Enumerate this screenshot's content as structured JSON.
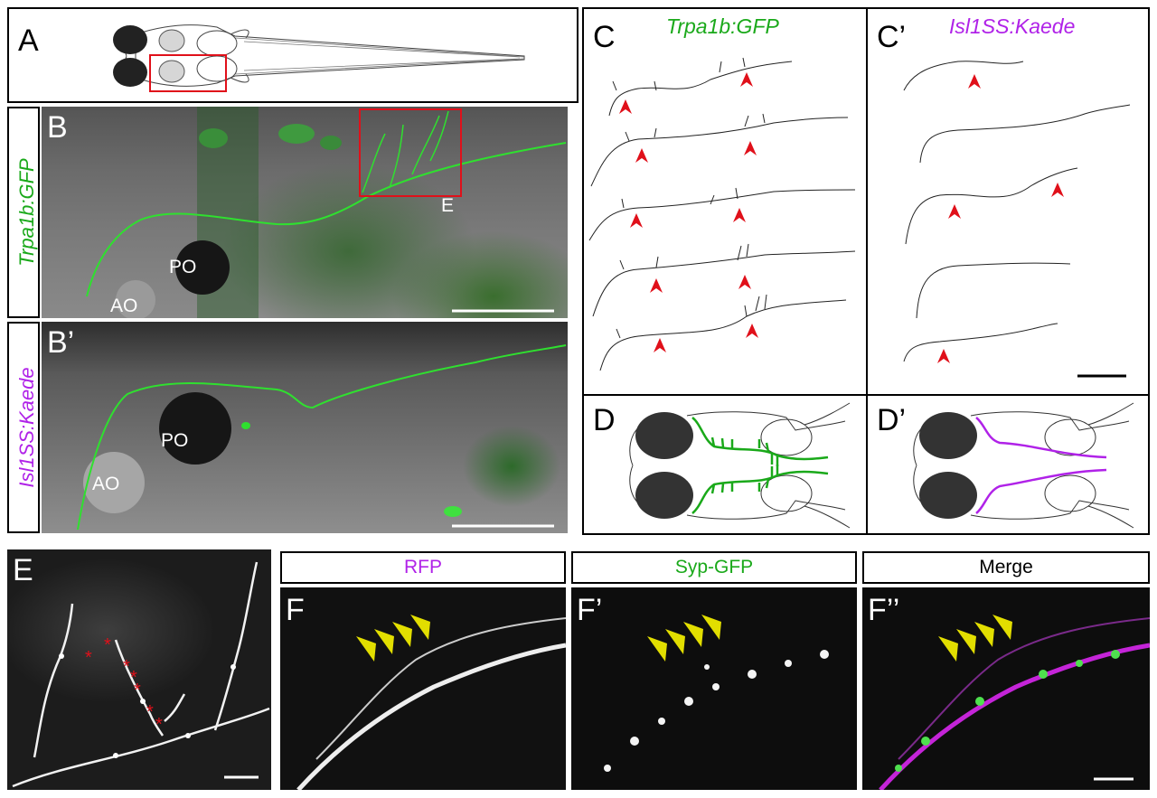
{
  "panels": {
    "A": "A",
    "B": "B",
    "B2": "B’",
    "C": "C",
    "C2": "C’",
    "D": "D",
    "D2": "D’",
    "E": "E",
    "F": "F",
    "F2": "F’",
    "F3": "F’’"
  },
  "side_labels": {
    "trpa1b": "Trpa1b:GFP",
    "isl1ss": "Isl1SS:Kaede"
  },
  "c_titles": {
    "trpa1b": "Trpa1b:GFP",
    "isl1ss": "Isl1SS:Kaede"
  },
  "image_labels": {
    "po_b": "PO",
    "ao_b": "AO",
    "e_inset": "E",
    "po_b2": "PO",
    "ao_b2": "AO"
  },
  "channels": {
    "rfp": "RFP",
    "syp": "Syp-GFP",
    "merge": "Merge"
  },
  "colors": {
    "green": "#1aa91a",
    "magenta": "#b022e8",
    "red_arrow": "#e0101a",
    "yellow_arrow": "#f2e600"
  }
}
